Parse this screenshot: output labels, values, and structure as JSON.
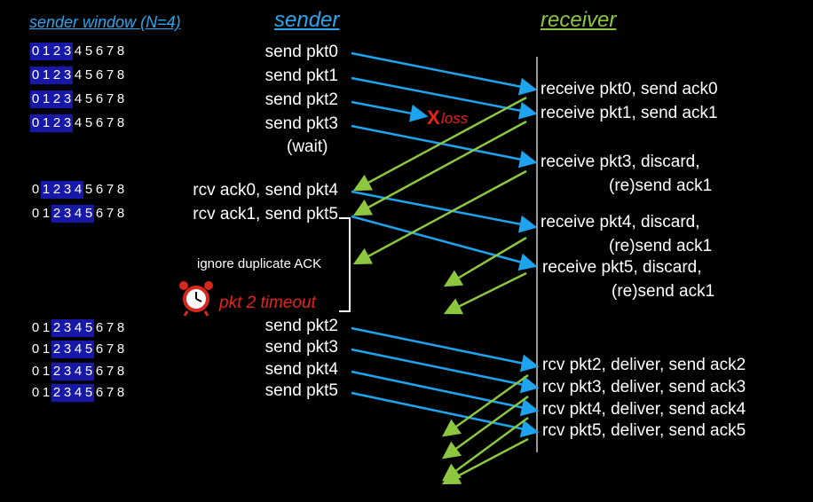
{
  "headers": {
    "window_title": "sender window (N=4)",
    "sender": "sender",
    "receiver": "receiver"
  },
  "colors": {
    "send_arrow": "#1ea4ee",
    "ack_arrow": "#8dc63f",
    "loss": "#e8211b",
    "window_fill": "#1818a8"
  },
  "digits": [
    "0",
    "1",
    "2",
    "3",
    "4",
    "5",
    "6",
    "7",
    "8"
  ],
  "windows": [
    {
      "start": 0,
      "end": 3
    },
    {
      "start": 0,
      "end": 3
    },
    {
      "start": 0,
      "end": 3
    },
    {
      "start": 0,
      "end": 3
    },
    {
      "start": 1,
      "end": 4
    },
    {
      "start": 2,
      "end": 5
    },
    {
      "start": 2,
      "end": 5
    },
    {
      "start": 2,
      "end": 5
    },
    {
      "start": 2,
      "end": 5
    },
    {
      "start": 2,
      "end": 5
    }
  ],
  "sender_events": [
    "send  pkt0",
    "send  pkt1",
    "send  pkt2",
    "send  pkt3",
    "rcv ack0, send pkt4",
    "rcv ack1, send pkt5",
    "send  pkt2",
    "send  pkt3",
    "send  pkt4",
    "send  pkt5"
  ],
  "wait_label": "(wait)",
  "loss_mark": "X",
  "loss_label": "loss",
  "ignore_label": "ignore duplicate ACK",
  "timeout_label": "pkt 2 timeout",
  "timer_icon": "alarm-clock-icon",
  "receiver_events": [
    "receive pkt0, send ack0",
    "receive pkt1, send ack1",
    "receive pkt3, discard,",
    "(re)send ack1",
    "receive pkt4, discard,",
    "(re)send ack1",
    "receive pkt5, discard,",
    "(re)send ack1",
    "rcv pkt2, deliver, send ack2",
    "rcv pkt3, deliver, send ack3",
    "rcv pkt4, deliver, send ack4",
    "rcv pkt5, deliver, send ack5"
  ]
}
